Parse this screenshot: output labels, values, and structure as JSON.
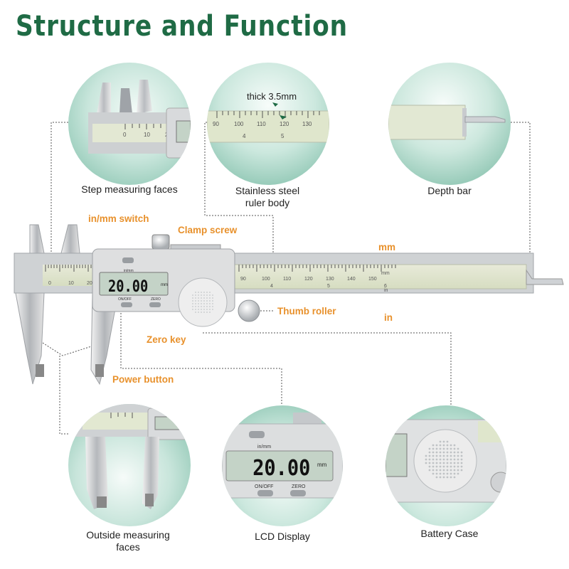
{
  "title": "Structure and Function",
  "top_captions": {
    "step": "Step measuring faces",
    "ruler": "Stainless steel ruler body",
    "depth": "Depth bar"
  },
  "bottom_captions": {
    "outside": "Outside measuring faces",
    "lcd": "LCD Display",
    "battery": "Battery Case"
  },
  "callouts": {
    "inmm_switch": "in/mm switch",
    "clamp_screw": "Clamp screw",
    "thumb_roller": "Thumb roller",
    "zero_key": "Zero key",
    "power_button": "Power button",
    "mm": "mm",
    "in": "in"
  },
  "thickness_note": "thick 3.5mm",
  "display": {
    "reading": "20.00",
    "unit": "mm",
    "mode_label": "in/mm",
    "onoff_label": "ON/OFF",
    "zero_label": "ZERO"
  },
  "scale": {
    "main_ticks": [
      "90",
      "100",
      "110",
      "120",
      "130",
      "140",
      "150"
    ],
    "inch_ticks": [
      "4",
      "5",
      "6"
    ],
    "jaw_ticks": [
      "0",
      "10",
      "20"
    ],
    "circle_ticks": [
      "90",
      "100",
      "110",
      "120",
      "130"
    ],
    "circle_inch_ticks": [
      "4",
      "5"
    ],
    "main_unit": "mm",
    "inch_unit": "in"
  },
  "colors": {
    "title": "#1f6b45",
    "callout": "#e8912c",
    "circle_bg": "#b5dcd0",
    "steel": "#c9ccd0",
    "ruler_face": "#dfe6cc",
    "lcd": "#c4d3c7"
  }
}
